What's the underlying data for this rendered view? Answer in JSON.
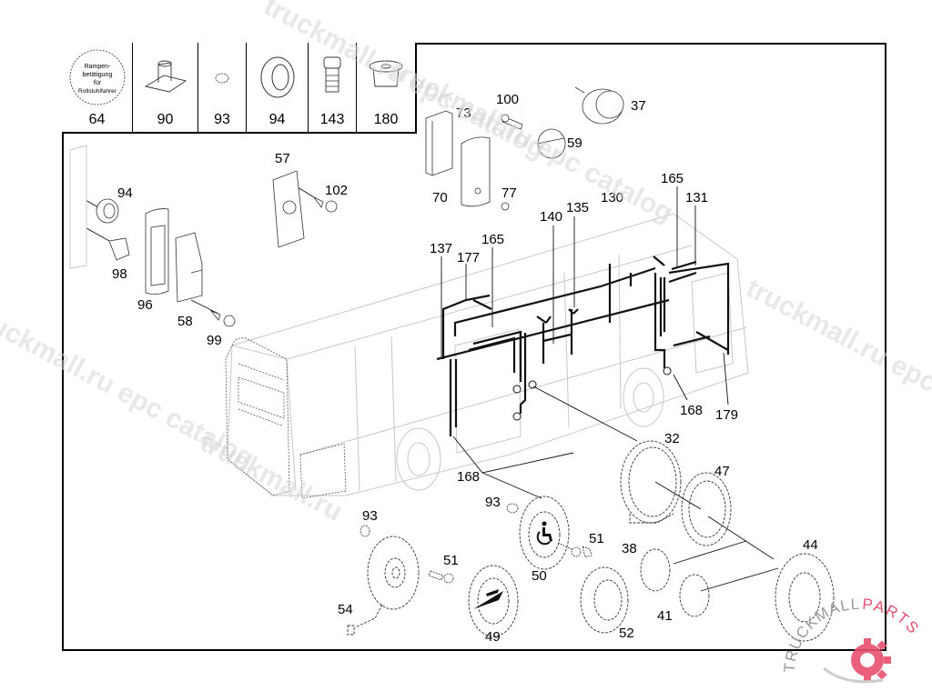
{
  "legend": {
    "cells": [
      {
        "num": "64",
        "icon": "ramp-button-label-icon",
        "label_lines": [
          "Rampen-",
          "betätigung",
          "für",
          "Rollstuhlfahrer"
        ]
      },
      {
        "num": "90",
        "icon": "clip-nut-icon"
      },
      {
        "num": "93",
        "icon": "grommet-small-icon"
      },
      {
        "num": "94",
        "icon": "ring-bushing-icon"
      },
      {
        "num": "143",
        "icon": "plug-stud-icon"
      },
      {
        "num": "180",
        "icon": "cap-retainer-icon"
      }
    ]
  },
  "callouts": [
    {
      "id": "c100",
      "text": "100"
    },
    {
      "id": "c73",
      "text": "73"
    },
    {
      "id": "c37",
      "text": "37"
    },
    {
      "id": "c59",
      "text": "59"
    },
    {
      "id": "c70",
      "text": "70"
    },
    {
      "id": "c77",
      "text": "77"
    },
    {
      "id": "c57",
      "text": "57"
    },
    {
      "id": "c102",
      "text": "102"
    },
    {
      "id": "c94",
      "text": "94"
    },
    {
      "id": "c98",
      "text": "98"
    },
    {
      "id": "c96",
      "text": "96"
    },
    {
      "id": "c58",
      "text": "58"
    },
    {
      "id": "c99",
      "text": "99"
    },
    {
      "id": "c165a",
      "text": "165"
    },
    {
      "id": "c131",
      "text": "131"
    },
    {
      "id": "c130",
      "text": "130"
    },
    {
      "id": "c140",
      "text": "140"
    },
    {
      "id": "c135",
      "text": "135"
    },
    {
      "id": "c137",
      "text": "137"
    },
    {
      "id": "c177",
      "text": "177"
    },
    {
      "id": "c165b",
      "text": "165"
    },
    {
      "id": "c168a",
      "text": "168"
    },
    {
      "id": "c179",
      "text": "179"
    },
    {
      "id": "c32",
      "text": "32"
    },
    {
      "id": "c47",
      "text": "47"
    },
    {
      "id": "c168b",
      "text": "168"
    },
    {
      "id": "c93a",
      "text": "93"
    },
    {
      "id": "c93b",
      "text": "93"
    },
    {
      "id": "c51a",
      "text": "51"
    },
    {
      "id": "c51b",
      "text": "51"
    },
    {
      "id": "c50",
      "text": "50"
    },
    {
      "id": "c38",
      "text": "38"
    },
    {
      "id": "c44",
      "text": "44"
    },
    {
      "id": "c54",
      "text": "54"
    },
    {
      "id": "c49",
      "text": "49"
    },
    {
      "id": "c52",
      "text": "52"
    },
    {
      "id": "c41",
      "text": "41"
    }
  ],
  "watermarks": [
    "truckmall.ru epc catalog",
    "truckmall.ru epc catalog",
    "truckmall.ru epc catalog",
    "truckmall.ru epc catalog",
    "truckmall.ru"
  ],
  "brand": {
    "left": "TRUCKMALL",
    "right": "PARTS",
    "accent": "#e8506e"
  }
}
